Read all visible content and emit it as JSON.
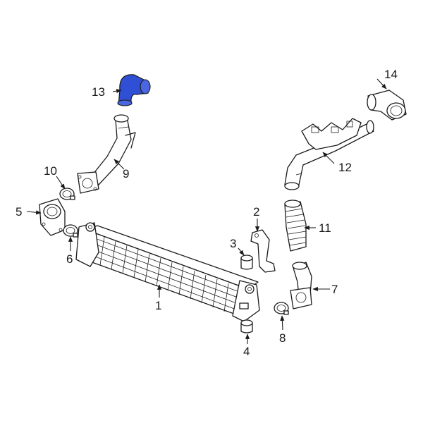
{
  "callouts": {
    "c1": "1",
    "c2": "2",
    "c3": "3",
    "c4": "4",
    "c5": "5",
    "c6": "6",
    "c7": "7",
    "c8": "8",
    "c9": "9",
    "c10": "10",
    "c11": "11",
    "c12": "12",
    "c13": "13",
    "c14": "14"
  },
  "colors": {
    "highlight": "#2f4fd4",
    "line": "#1a1a1a",
    "background": "#ffffff"
  }
}
